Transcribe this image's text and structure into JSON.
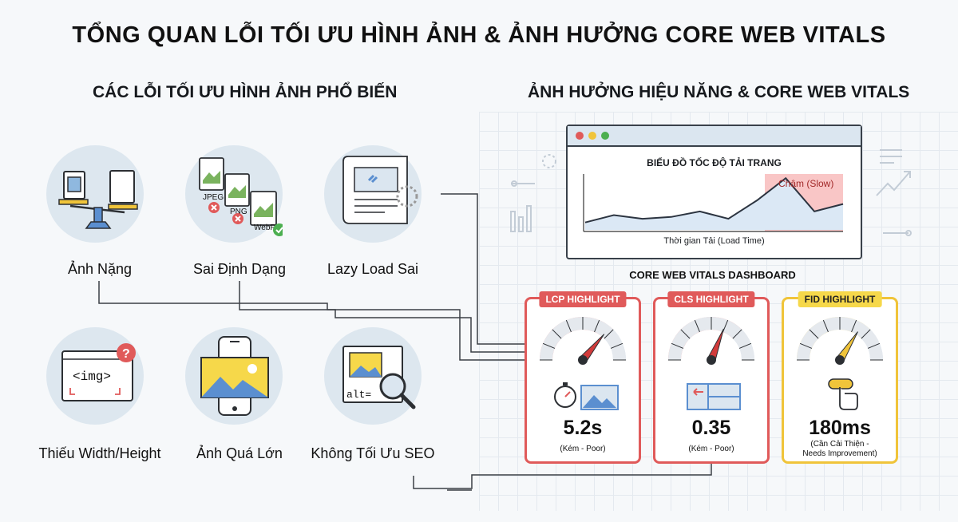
{
  "title": "TỔNG QUAN LỖI TỐI ƯU HÌNH ẢNH & ẢNH HƯỞNG CORE WEB VITALS",
  "left_section": {
    "title": "CÁC LỖI TỐI ƯU HÌNH ẢNH PHỔ BIẾN",
    "errors": [
      {
        "label": "Ảnh Nặng",
        "icon": "scale-icon"
      },
      {
        "label": "Sai Định Dạng",
        "icon": "file-formats-icon",
        "formats": [
          "JPEG",
          "PNG",
          "WebP"
        ]
      },
      {
        "label": "Lazy Load Sai",
        "icon": "lazy-load-document-icon"
      },
      {
        "label": "Thiếu Width/Height",
        "icon": "img-tag-icon",
        "code": "<img>"
      },
      {
        "label": "Ảnh Quá Lớn",
        "icon": "phone-oversized-image-icon"
      },
      {
        "label": "Không Tối Ưu SEO",
        "icon": "alt-text-magnifier-icon",
        "code": "alt="
      }
    ]
  },
  "right_section": {
    "title": "ẢNH HƯỞNG HIỆU NĂNG & CORE WEB VITALS",
    "load_chart": {
      "title": "BIỂU ĐỒ TỐC ĐỘ TẢI TRANG",
      "xlabel": "Thời gian Tải (Load Time)",
      "slow_label": "Chậm (Slow)"
    },
    "dashboard_title": "CORE WEB VITALS DASHBOARD",
    "metrics": [
      {
        "tag": "LCP HIGHLIGHT",
        "value": "5.2s",
        "status": "(Kém - Poor)",
        "level": 0.72,
        "color": "#e05a5a"
      },
      {
        "tag": "CLS HIGHLIGHT",
        "value": "0.35",
        "status": "(Kém - Poor)",
        "level": 0.62,
        "color": "#e05a5a"
      },
      {
        "tag": "FID HIGHLIGHT",
        "value": "180ms",
        "status_line1": "(Cần Cải Thiện -",
        "status_line2": "Needs Improvement)",
        "level": 0.68,
        "color": "#f0c43a"
      }
    ]
  },
  "chart_data": {
    "type": "line",
    "title": "BIỂU ĐỒ TỐC ĐỘ TẢI TRANG",
    "xlabel": "Thời gian Tải (Load Time)",
    "ylabel": "",
    "annotations": [
      "Chậm (Slow)"
    ],
    "x": [
      0,
      1,
      2,
      3,
      4,
      5,
      6,
      7,
      8,
      9
    ],
    "series": [
      {
        "values": [
          2,
          4,
          3,
          3.5,
          5,
          3,
          8,
          14,
          5,
          7
        ]
      }
    ]
  },
  "colors": {
    "poor": "#e05a5a",
    "improve": "#f0c43a",
    "icon_bg": "#dde7ef",
    "accent_blue": "#5b8fd0"
  }
}
